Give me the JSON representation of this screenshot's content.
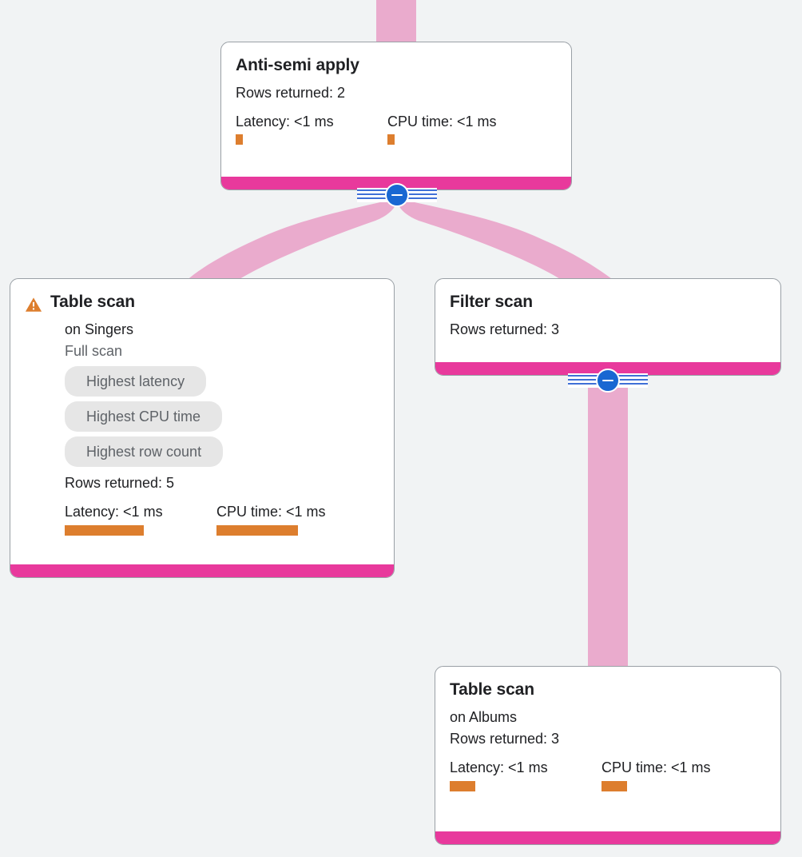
{
  "theme": {
    "background": "#f1f3f4",
    "card_background": "#ffffff",
    "card_border": "#9aa0a6",
    "accent_bar": "#e8399c",
    "edge_ribbon": "#eaabcd",
    "metric_bar": "#dd7e2e",
    "warning": "#dd7e2e",
    "toggle": "#1967d2",
    "chip_background": "#e6e6e6",
    "chip_text": "#5f6368",
    "text_primary": "#202124",
    "text_secondary": "#5f6368"
  },
  "labels": {
    "rows_prefix": "Rows returned: ",
    "latency_prefix": "Latency: ",
    "cpu_prefix": "CPU time: "
  },
  "nodes": [
    {
      "id": "anti-semi-apply",
      "title": "Anti-semi apply",
      "subtitle": "",
      "note": "",
      "warning": false,
      "chips": [],
      "rows_returned": "Rows returned: 2",
      "latency": "Latency: <1 ms",
      "cpu_time": "CPU time: <1 ms",
      "latency_bar_width": 9,
      "cpu_bar_width": 9
    },
    {
      "id": "table-scan-singers",
      "title": "Table scan",
      "subtitle": "on Singers",
      "note": "Full scan",
      "warning": true,
      "warning_icon": "warning-triangle-icon",
      "chips": [
        "Highest latency",
        "Highest CPU time",
        "Highest row count"
      ],
      "rows_returned": "Rows returned: 5",
      "latency": "Latency: <1 ms",
      "cpu_time": "CPU time: <1 ms",
      "latency_bar_width": 99,
      "cpu_bar_width": 102
    },
    {
      "id": "filter-scan",
      "title": "Filter scan",
      "subtitle": "",
      "note": "",
      "warning": false,
      "chips": [],
      "rows_returned": "Rows returned: 3",
      "latency": "",
      "cpu_time": "",
      "latency_bar_width": 0,
      "cpu_bar_width": 0
    },
    {
      "id": "table-scan-albums",
      "title": "Table scan",
      "subtitle": "on Albums",
      "note": "",
      "warning": false,
      "chips": [],
      "rows_returned": "Rows returned: 3",
      "latency": "Latency: <1 ms",
      "cpu_time": "CPU time: <1 ms",
      "latency_bar_width": 32,
      "cpu_bar_width": 32
    }
  ],
  "toggles": [
    {
      "id": "toggle-anti-semi-apply",
      "state": "expanded",
      "icon": "minus-circle-icon"
    },
    {
      "id": "toggle-filter-scan",
      "state": "expanded",
      "icon": "minus-circle-icon"
    }
  ]
}
